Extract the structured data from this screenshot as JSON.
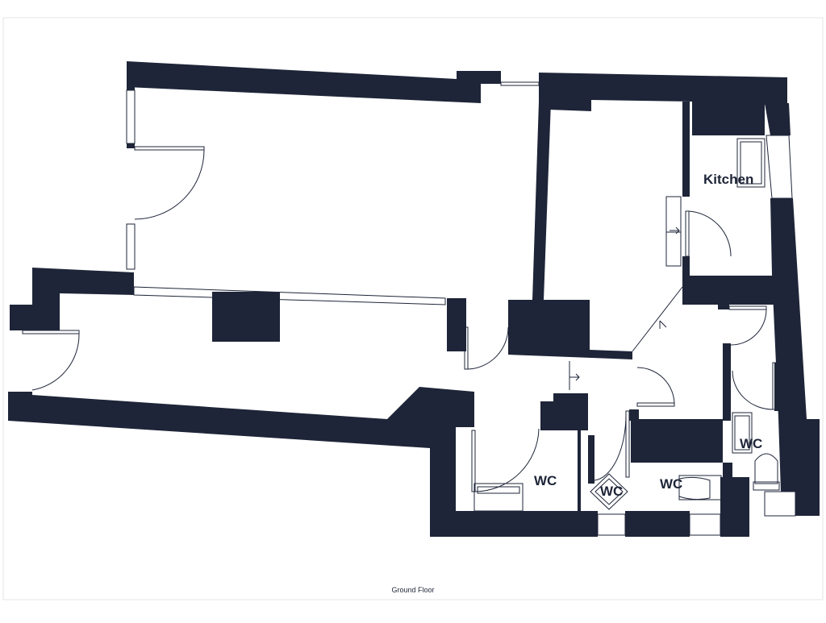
{
  "colors": {
    "wall": "#1e2538",
    "fixture_line": "#1e2538",
    "background": "#ffffff",
    "frame": "#e4e4e4"
  },
  "rooms": {
    "kitchen": "Kitchen",
    "wc_1": "WC",
    "wc_2": "WC",
    "wc_3": "WC",
    "wc_4": "WC"
  },
  "floor_label": "Ground Floor"
}
